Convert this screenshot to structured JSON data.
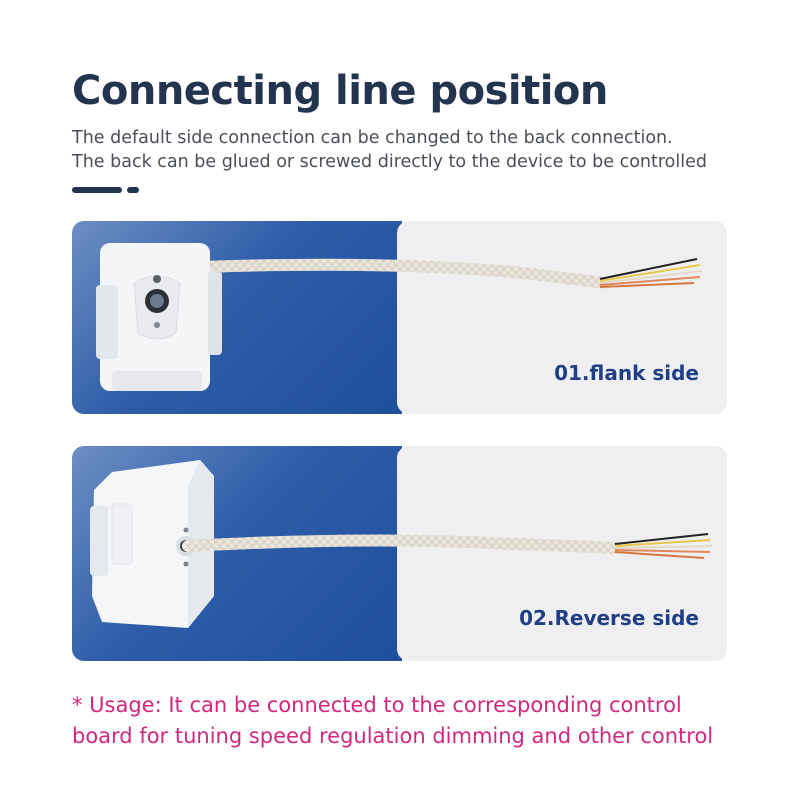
{
  "header": {
    "title": "Connecting line position",
    "subtitle_line1": "The default side connection can be changed to the back connection.",
    "subtitle_line2": "The back can be glued or screwed directly to the device to be controlled"
  },
  "panels": [
    {
      "label": "01.flank side"
    },
    {
      "label": "02.Reverse side"
    }
  ],
  "usage": {
    "line1": "* Usage: It can be connected to the corresponding control",
    "line2": "board for tuning speed regulation dimming and other control"
  },
  "colors": {
    "title": "#23344f",
    "label": "#1f3e86",
    "usage": "#d4267e",
    "panel_blue": "#2e5da8",
    "panel_gray": "#efeff1"
  },
  "icons": {
    "device": "sensor-module-icon",
    "cable": "braided-cable-icon"
  }
}
